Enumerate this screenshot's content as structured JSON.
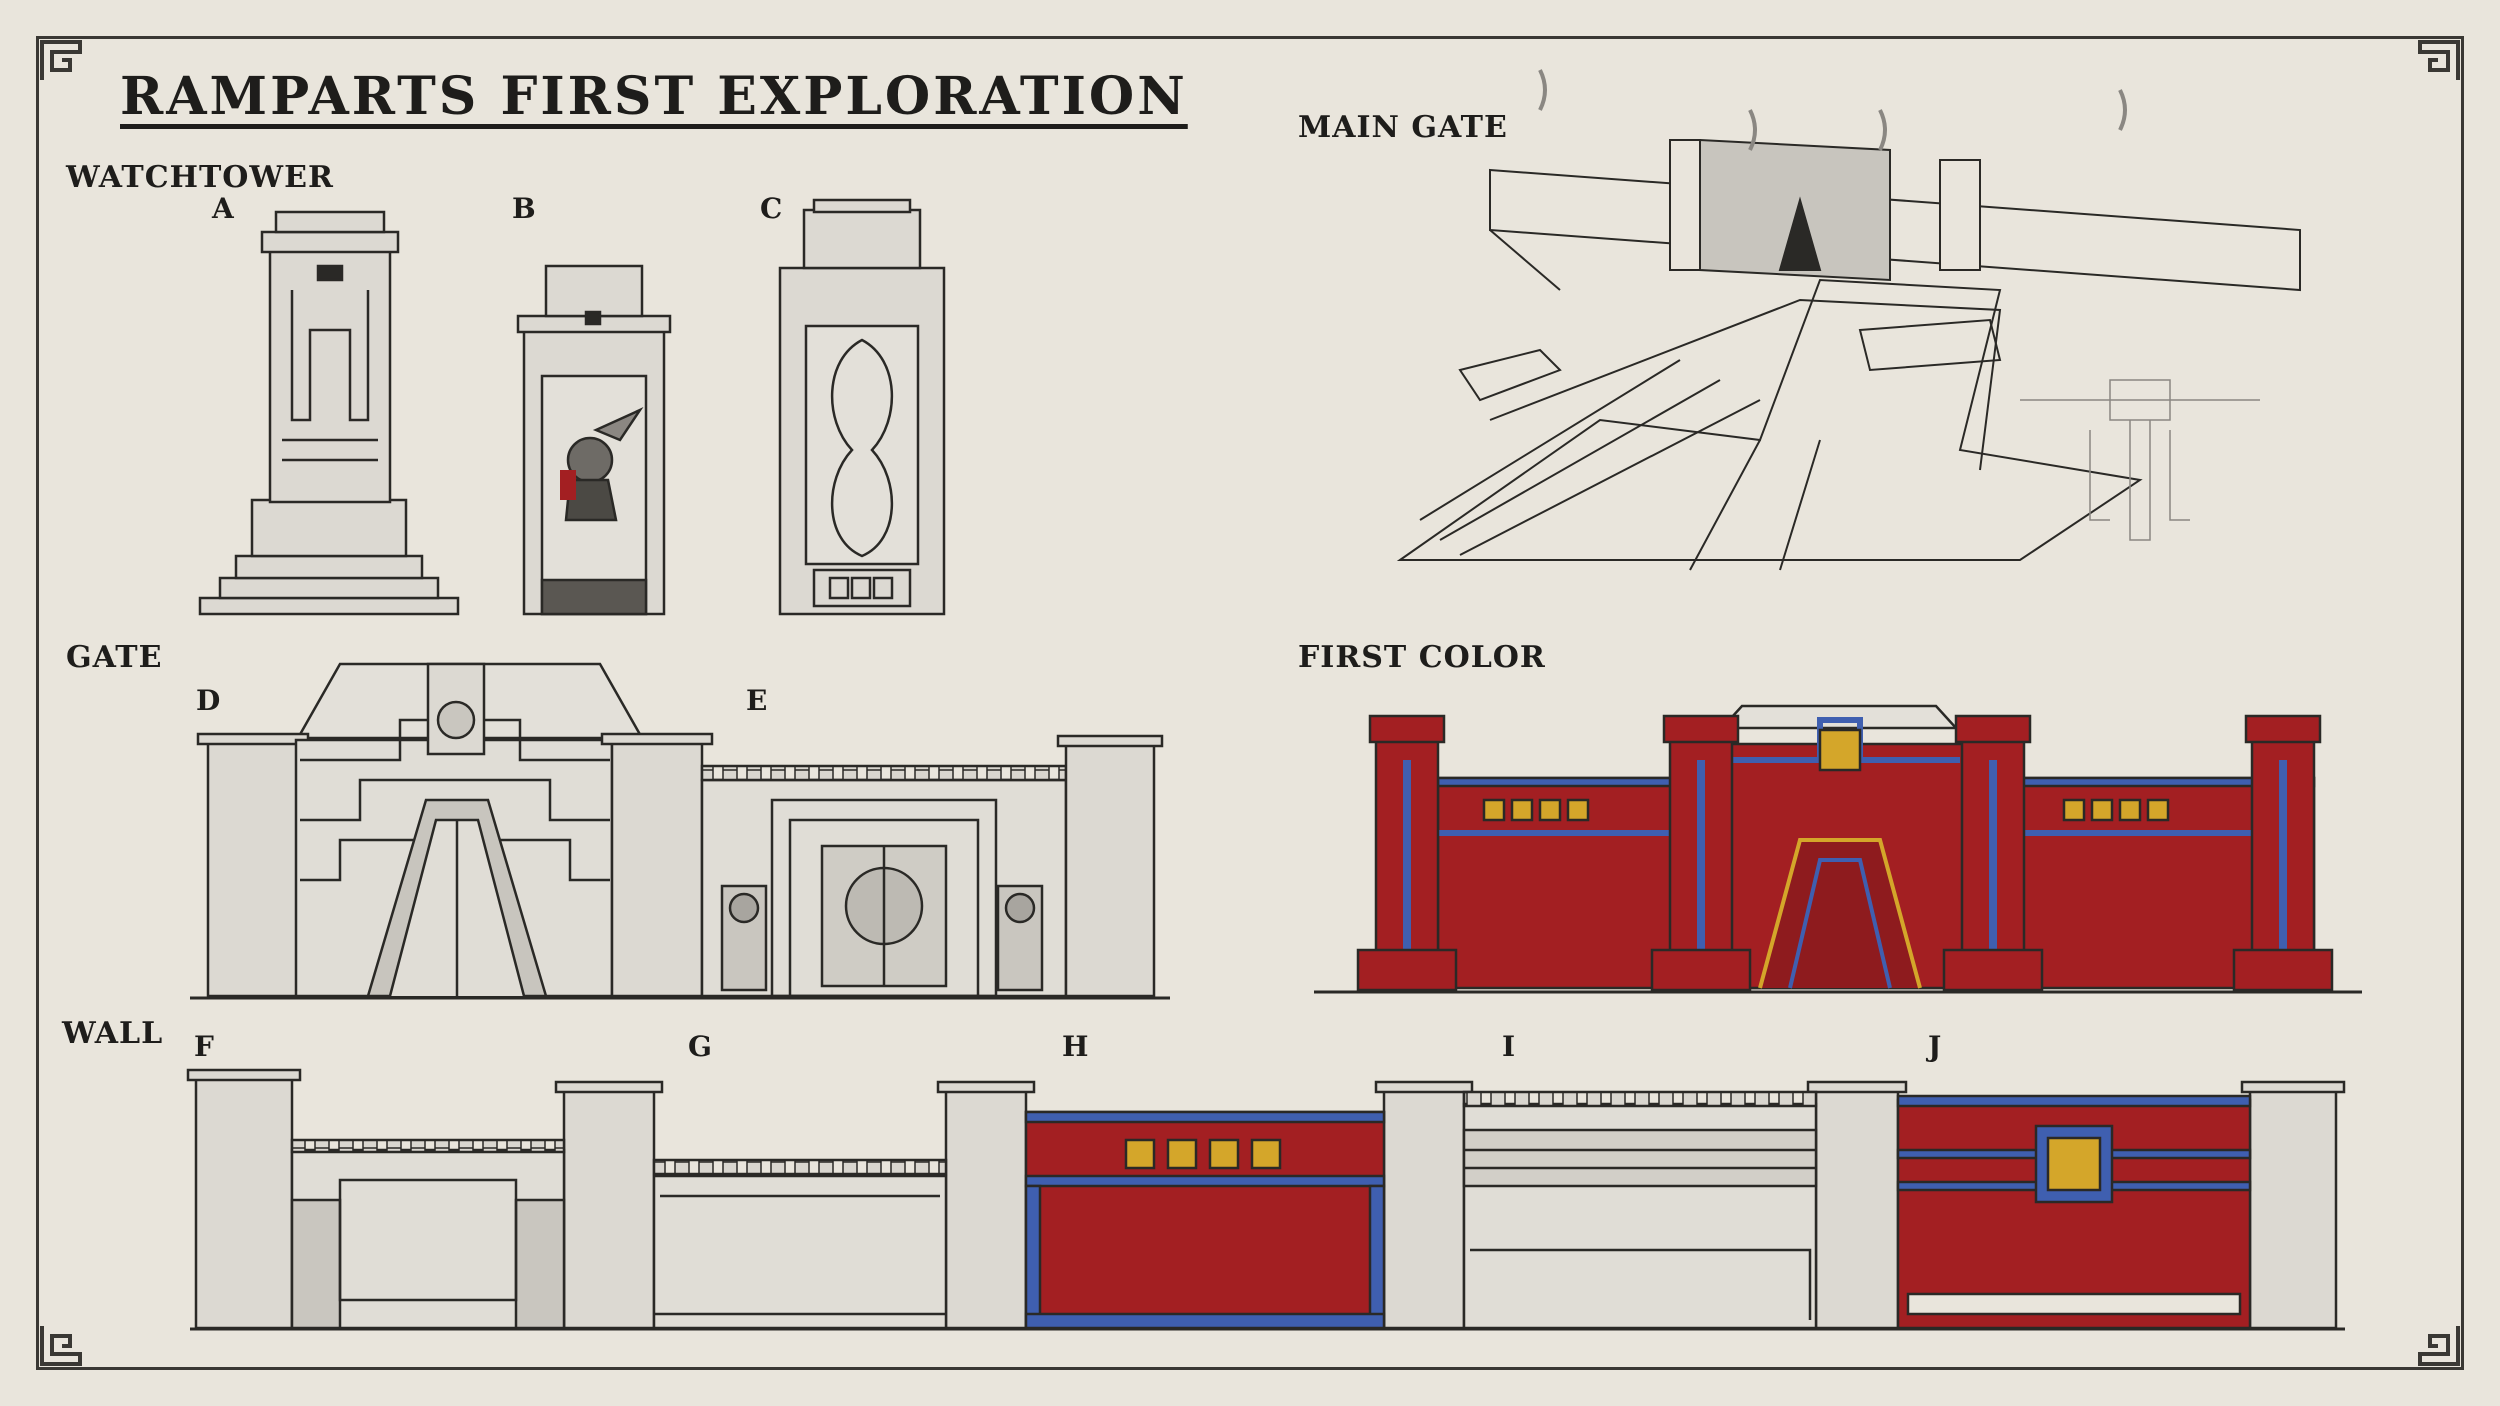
{
  "sheet": {
    "title": "RAMPARTS FIRST EXPLORATION",
    "sections": {
      "watchtower": "WATCHTOWER",
      "main_gate": "MAIN GATE",
      "gate": "GATE",
      "first_color": "FIRST COLOR",
      "wall": "WALL"
    },
    "letters": {
      "a": "A",
      "b": "B",
      "c": "C",
      "d": "D",
      "e": "E",
      "f": "F",
      "g": "G",
      "h": "H",
      "i": "I",
      "j": "J"
    }
  },
  "colors": {
    "paper": "#e9e5dc",
    "ink": "#2a2926",
    "stone": "#d9d6cf",
    "red": "#a31f22",
    "blue": "#3f5fb0",
    "gold": "#d4a62a"
  }
}
